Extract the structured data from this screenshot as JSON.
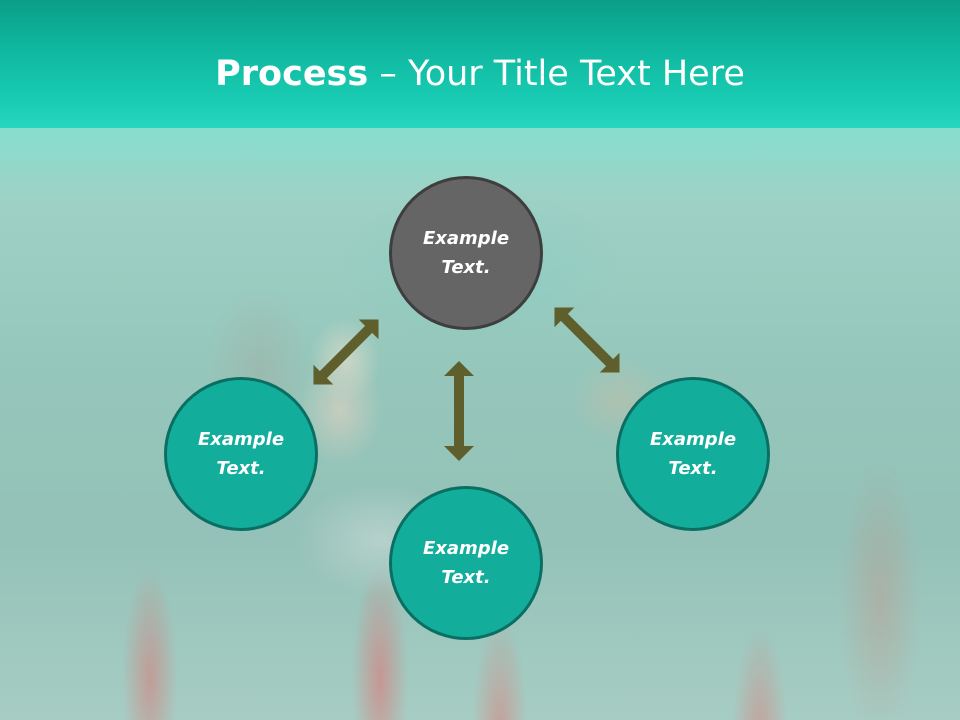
{
  "slide": {
    "title_strong": "Process",
    "title_rest": " – Your Title Text Here"
  },
  "nodes": {
    "center": {
      "line1": "Example",
      "line2": "Text."
    },
    "left": {
      "line1": "Example",
      "line2": "Text."
    },
    "bottom": {
      "line1": "Example",
      "line2": "Text."
    },
    "right": {
      "line1": "Example",
      "line2": "Text."
    }
  },
  "colors": {
    "header": "#10b8a0",
    "node_teal": "#13ae9b",
    "node_gray": "#656565",
    "arrow": "#5f5f2e"
  }
}
